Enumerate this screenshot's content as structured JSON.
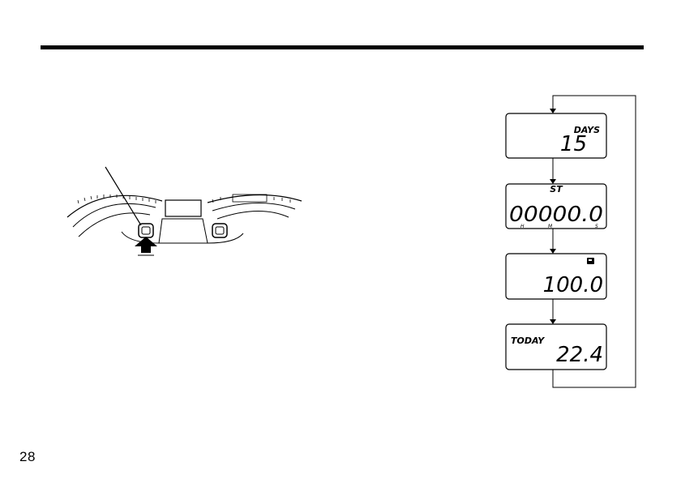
{
  "page": {
    "number": "28"
  },
  "displays": [
    {
      "id": "days",
      "label": "DAYS",
      "value": "15",
      "units": []
    },
    {
      "id": "stopwatch",
      "label": "ST",
      "value": "00000.0",
      "units": [
        "H",
        "M",
        "S"
      ]
    },
    {
      "id": "fuel",
      "label": "",
      "value": "100.0",
      "units": []
    },
    {
      "id": "today",
      "label": "TODAY",
      "value": "22.4",
      "units": []
    }
  ],
  "icons": [
    "fuel-pump-icon",
    "press-arrow-icon"
  ],
  "colors": {
    "ink": "#000000",
    "paper": "#ffffff"
  }
}
